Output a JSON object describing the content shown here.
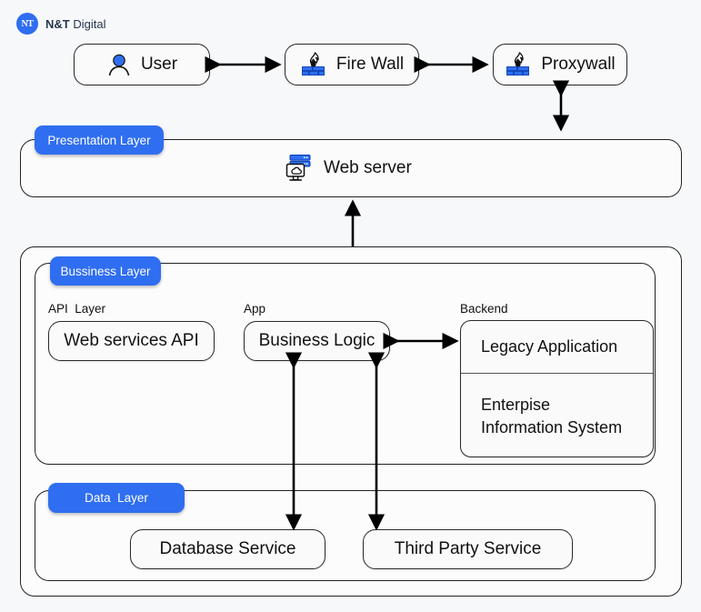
{
  "brand": {
    "badge_text": "NT",
    "name_bold": "N&T",
    "name_rest": " Digital"
  },
  "colors": {
    "accent_blue": "#2f6ef0",
    "node_fill": "#fafafa",
    "page_bg": "#f7f8fa",
    "border": "#2a2a2a"
  },
  "top_row": {
    "nodes": [
      {
        "label": "User",
        "icon": "user-icon"
      },
      {
        "label": "Fire Wall",
        "icon": "firewall-icon"
      },
      {
        "label": "Proxywall",
        "icon": "firewall-icon"
      }
    ],
    "connectors": [
      {
        "name": "user-to-firewall",
        "type": "bidirectional-horizontal"
      },
      {
        "name": "firewall-to-proxywall",
        "type": "bidirectional-horizontal"
      },
      {
        "name": "proxywall-down",
        "type": "bidirectional-vertical"
      }
    ]
  },
  "presentation_layer": {
    "badge": "Presentation Layer",
    "node": {
      "label": "Web server",
      "icon": "web-server-icon"
    }
  },
  "business_layer": {
    "badge": "Bussiness Layer",
    "groups": [
      {
        "caption": "API  Layer",
        "node": "Web services API"
      },
      {
        "caption": "App",
        "node": "Business Logic"
      },
      {
        "caption": "Backend",
        "cells": [
          "Legacy Application",
          "Enterpise\nInformation System"
        ]
      }
    ],
    "connectors": [
      {
        "name": "business-logic-to-backend",
        "type": "bidirectional-horizontal"
      },
      {
        "name": "business-layer-to-presentation",
        "type": "arrow-up"
      }
    ]
  },
  "data_layer": {
    "badge": "Data  Layer",
    "nodes": [
      "Database Service",
      "Third Party Service"
    ],
    "connectors": [
      {
        "name": "business-logic-to-database-service",
        "type": "bidirectional-vertical"
      },
      {
        "name": "business-logic-to-third-party-service",
        "type": "bidirectional-vertical"
      }
    ]
  }
}
